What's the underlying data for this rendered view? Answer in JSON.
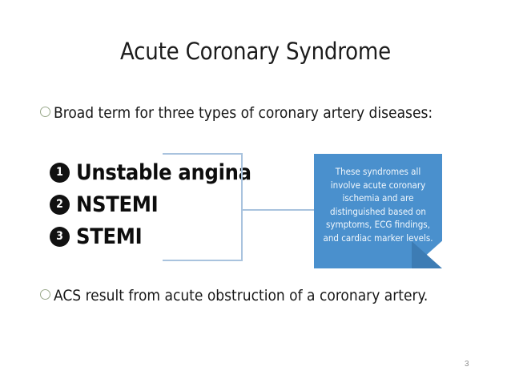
{
  "slide": {
    "title": "Acute Coronary Syndrome",
    "page_number": "3",
    "background_color": "#ffffff"
  },
  "bullets": [
    {
      "marker": "hollow-circle-bullet",
      "text": "Broad term for three types of coronary artery diseases:"
    },
    {
      "marker": "hollow-circle-bullet",
      "text": "ACS result from acute obstruction of a coronary artery."
    }
  ],
  "numbered_list": [
    {
      "number": "1",
      "label": "Unstable angina"
    },
    {
      "number": "2",
      "label": "NSTEMI"
    },
    {
      "number": "3",
      "label": "STEMI"
    }
  ],
  "callout": {
    "text": "These syndromes all involve acute coronary ischemia and are distinguished based on symptoms, ECG findings, and cardiac marker levels.",
    "fill_color": "#4a90cd",
    "fold_color": "#3d7cb4",
    "text_color": "#f2f8fd"
  },
  "connector": {
    "name": "bracket-connector",
    "color": "#a9c3de"
  }
}
